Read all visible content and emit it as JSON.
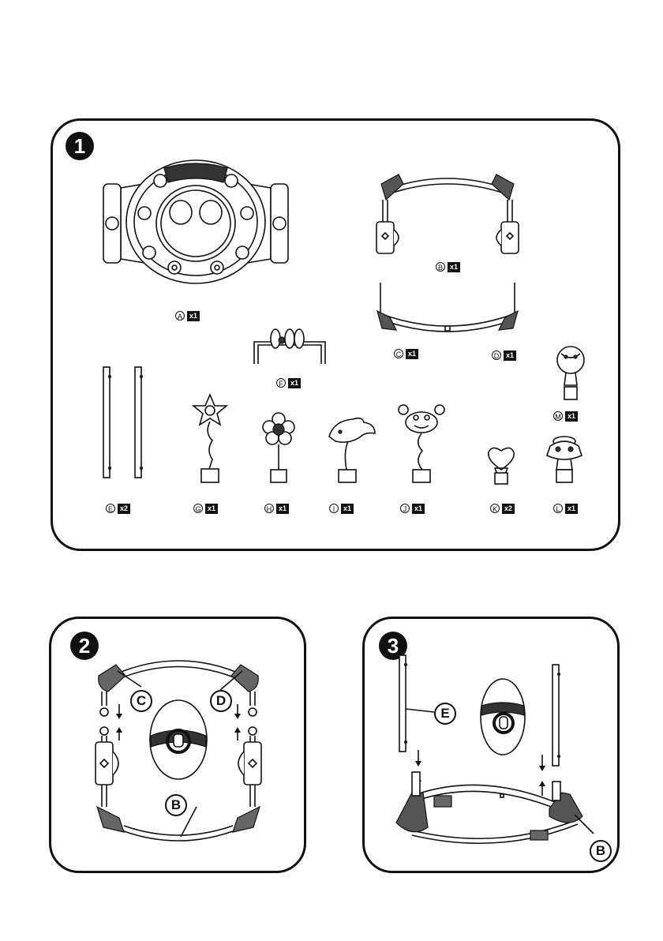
{
  "steps": {
    "step1": {
      "number": "1"
    },
    "step2": {
      "number": "2"
    },
    "step3": {
      "number": "3"
    }
  },
  "parts": {
    "A": {
      "letter": "A",
      "qty": "x1"
    },
    "B": {
      "letter": "B",
      "qty": "x1"
    },
    "C": {
      "letter": "C",
      "qty": "x1"
    },
    "D": {
      "letter": "D",
      "qty": "x1"
    },
    "E": {
      "letter": "E",
      "qty": "x2"
    },
    "F": {
      "letter": "F",
      "qty": "x1"
    },
    "G": {
      "letter": "G",
      "qty": "x1"
    },
    "H": {
      "letter": "H",
      "qty": "x1"
    },
    "I": {
      "letter": "I",
      "qty": "x1"
    },
    "J": {
      "letter": "J",
      "qty": "x1"
    },
    "K": {
      "letter": "K",
      "qty": "x2"
    },
    "L": {
      "letter": "L",
      "qty": "x1"
    },
    "M": {
      "letter": "M",
      "qty": "x1"
    }
  },
  "callouts": {
    "step2": {
      "c": "C",
      "d": "D",
      "b": "B"
    },
    "step3": {
      "e": "E",
      "b": "B"
    }
  }
}
